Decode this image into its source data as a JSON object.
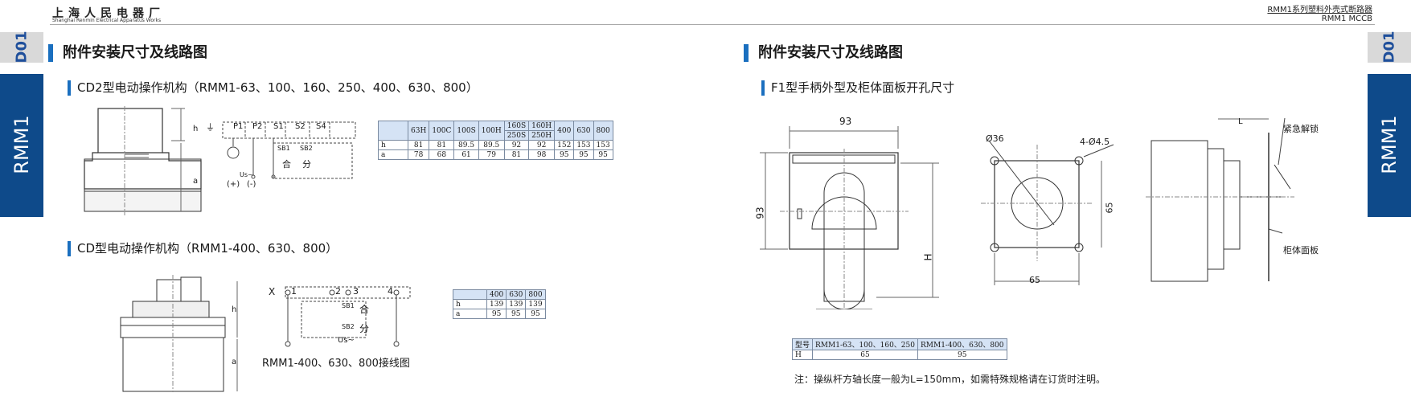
{
  "header": {
    "company_cn": "上海人民电器厂",
    "company_en": "Shanghai Renmin Electrical Apparatus Works",
    "series_title": "RMM1系列塑料外壳式断路器",
    "series_sub": "RMM1    MCCB"
  },
  "side_tabs": {
    "code": "D01",
    "product": "RMM1"
  },
  "left": {
    "section_title": "附件安装尺寸及线路图",
    "cd2": {
      "title": "CD2型电动操作机构（RMM1-63、100、160、250、400、630、800）",
      "dim_labels": [
        "h",
        "a"
      ],
      "terminals": [
        "⏚",
        "P1",
        "P2",
        "S1",
        "S2",
        "S4"
      ],
      "wiring": {
        "sb1": "SB1",
        "sb2": "SB2",
        "close": "合",
        "open": "分",
        "us": "Us~",
        "plus": "(+)",
        "minus": "(-)"
      },
      "table": {
        "headers": [
          "",
          "63H",
          "100C",
          "100S",
          "100H",
          "160S/250S",
          "160H/250H",
          "400",
          "630",
          "800"
        ],
        "header_top": [
          "160S",
          "160H"
        ],
        "header_bottom": [
          "250S",
          "250H"
        ],
        "rows": [
          {
            "label": "h",
            "values": [
              "81",
              "81",
              "89.5",
              "89.5",
              "92",
              "92",
              "152",
              "153",
              "153"
            ]
          },
          {
            "label": "a",
            "values": [
              "78",
              "68",
              "61",
              "79",
              "81",
              "98",
              "95",
              "95",
              "95"
            ]
          }
        ]
      }
    },
    "cd": {
      "title": "CD型电动操作机构（RMM1-400、630、800）",
      "dim_labels": [
        "h",
        "a"
      ],
      "terminals": {
        "x": "X",
        "t1": "1",
        "t2": "2",
        "t3": "3",
        "t4": "4"
      },
      "wiring": {
        "sb1": "SB1",
        "sb2": "SB2",
        "close": "合",
        "open": "分",
        "us": "Us~"
      },
      "caption": "RMM1-400、630、800接线图",
      "table": {
        "headers": [
          "",
          "400",
          "630",
          "800"
        ],
        "rows": [
          {
            "label": "h",
            "values": [
              "139",
              "139",
              "139"
            ]
          },
          {
            "label": "a",
            "values": [
              "95",
              "95",
              "95"
            ]
          }
        ]
      }
    }
  },
  "right": {
    "section_title": "附件安装尺寸及线路图",
    "f1": {
      "title": "F1型手柄外型及柜体面板开孔尺寸",
      "dims": {
        "w": "93",
        "h": "93",
        "H": "H",
        "d36": "Ø36",
        "holes": "4-Ø4.5",
        "c65v": "65",
        "c65h": "65",
        "L": "L"
      },
      "labels": {
        "emergency": "紧急解锁",
        "panel": "柜体面板"
      },
      "table": {
        "headers": [
          "型号",
          "RMM1-63、100、160、250",
          "RMM1-400、630、800"
        ],
        "rows": [
          {
            "label": "H",
            "values": [
              "65",
              "95"
            ]
          }
        ]
      },
      "note": "注：操纵杆方轴长度一般为L=150mm，如需特殊规格请在订货时注明。"
    }
  },
  "colors": {
    "accent_blue": "#1a6fbf",
    "tab_navy": "#0e4a8a",
    "table_head": "#d5e3f5"
  }
}
